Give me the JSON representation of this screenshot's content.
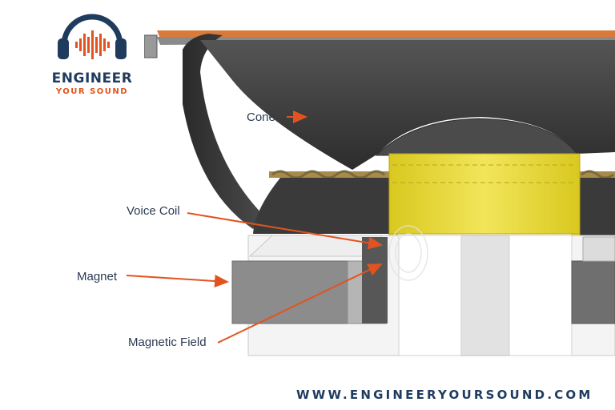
{
  "logo": {
    "title": "ENGINEER",
    "subtitle": "YOUR SOUND"
  },
  "labels": {
    "cone": "Cone",
    "voice_coil": "Voice Coil",
    "magnet": "Magnet",
    "magnetic_field": "Magnetic Field"
  },
  "footer": {
    "website": "WWW.ENGINEERYOURSOUND.COM"
  },
  "colors": {
    "navy": "#1f3b5e",
    "orange_accent": "#e2531f",
    "coil_yellow": "#e9d93a",
    "cone_gray": "#3e3e3e"
  }
}
